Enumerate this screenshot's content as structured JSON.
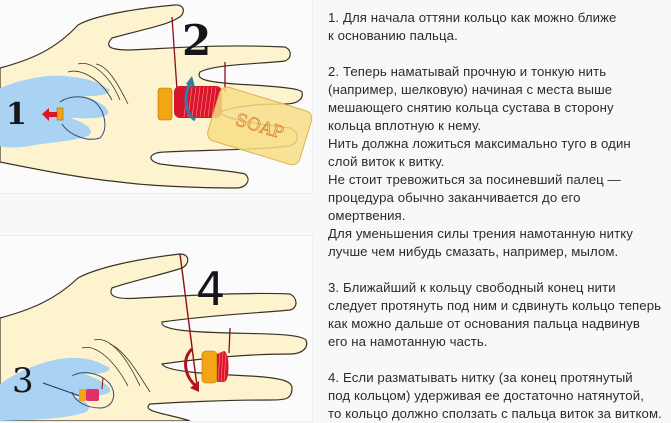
{
  "illustrations": {
    "top": {
      "step_labels": [
        "1",
        "2"
      ],
      "soap_label": "SOAP",
      "colors": {
        "skin": "#fdf4cf",
        "outline": "#3b3226",
        "swelling": "#a9d2f3",
        "thread": "#d8152b",
        "ring": "#f2a615",
        "arrow_red": "#e01420",
        "arrow_blue": "#2a7fa8",
        "soap": "#f7dd86"
      }
    },
    "bottom": {
      "step_labels": [
        "3",
        "4"
      ],
      "colors": {
        "skin": "#fdf4cf",
        "outline": "#3b3226",
        "swelling": "#a9d2f3",
        "thread": "#d8152b",
        "ring": "#f2a615",
        "arrow_dark_red": "#b0151c"
      }
    }
  },
  "instructions": {
    "step1": [
      "1. Для начала оттяни кольцо как можно ближе",
      "к основанию пальца."
    ],
    "step2": [
      "2. Теперь наматывай прочную и тонкую нить",
      "(например, шелковую) начиная с места выше",
      "мешающего снятию кольца сустава в сторону",
      "кольца вплотную к нему.",
      "Нить должна ложиться максимально туго в один",
      "слой виток к витку.",
      "Не стоит тревожиться за посиневший палец —",
      "процедура обычно заканчивается до его",
      "омертвения.",
      "Для уменьшения силы трения намотанную нитку",
      "лучше чем нибудь смазать, например, мылом."
    ],
    "step3": [
      "3. Ближайший к кольцу свободный конец нити",
      "следует протянуть под ним и сдвинуть кольцо теперь",
      "как можно дальше от основания пальца надвинув",
      "его на намотанную часть."
    ],
    "step4": [
      "4. Если разматывать нитку (за конец протянутый",
      "под кольцом) удерживая ее достаточно натянутой,",
      "то кольцо должно сползать с пальца виток за витком."
    ]
  }
}
